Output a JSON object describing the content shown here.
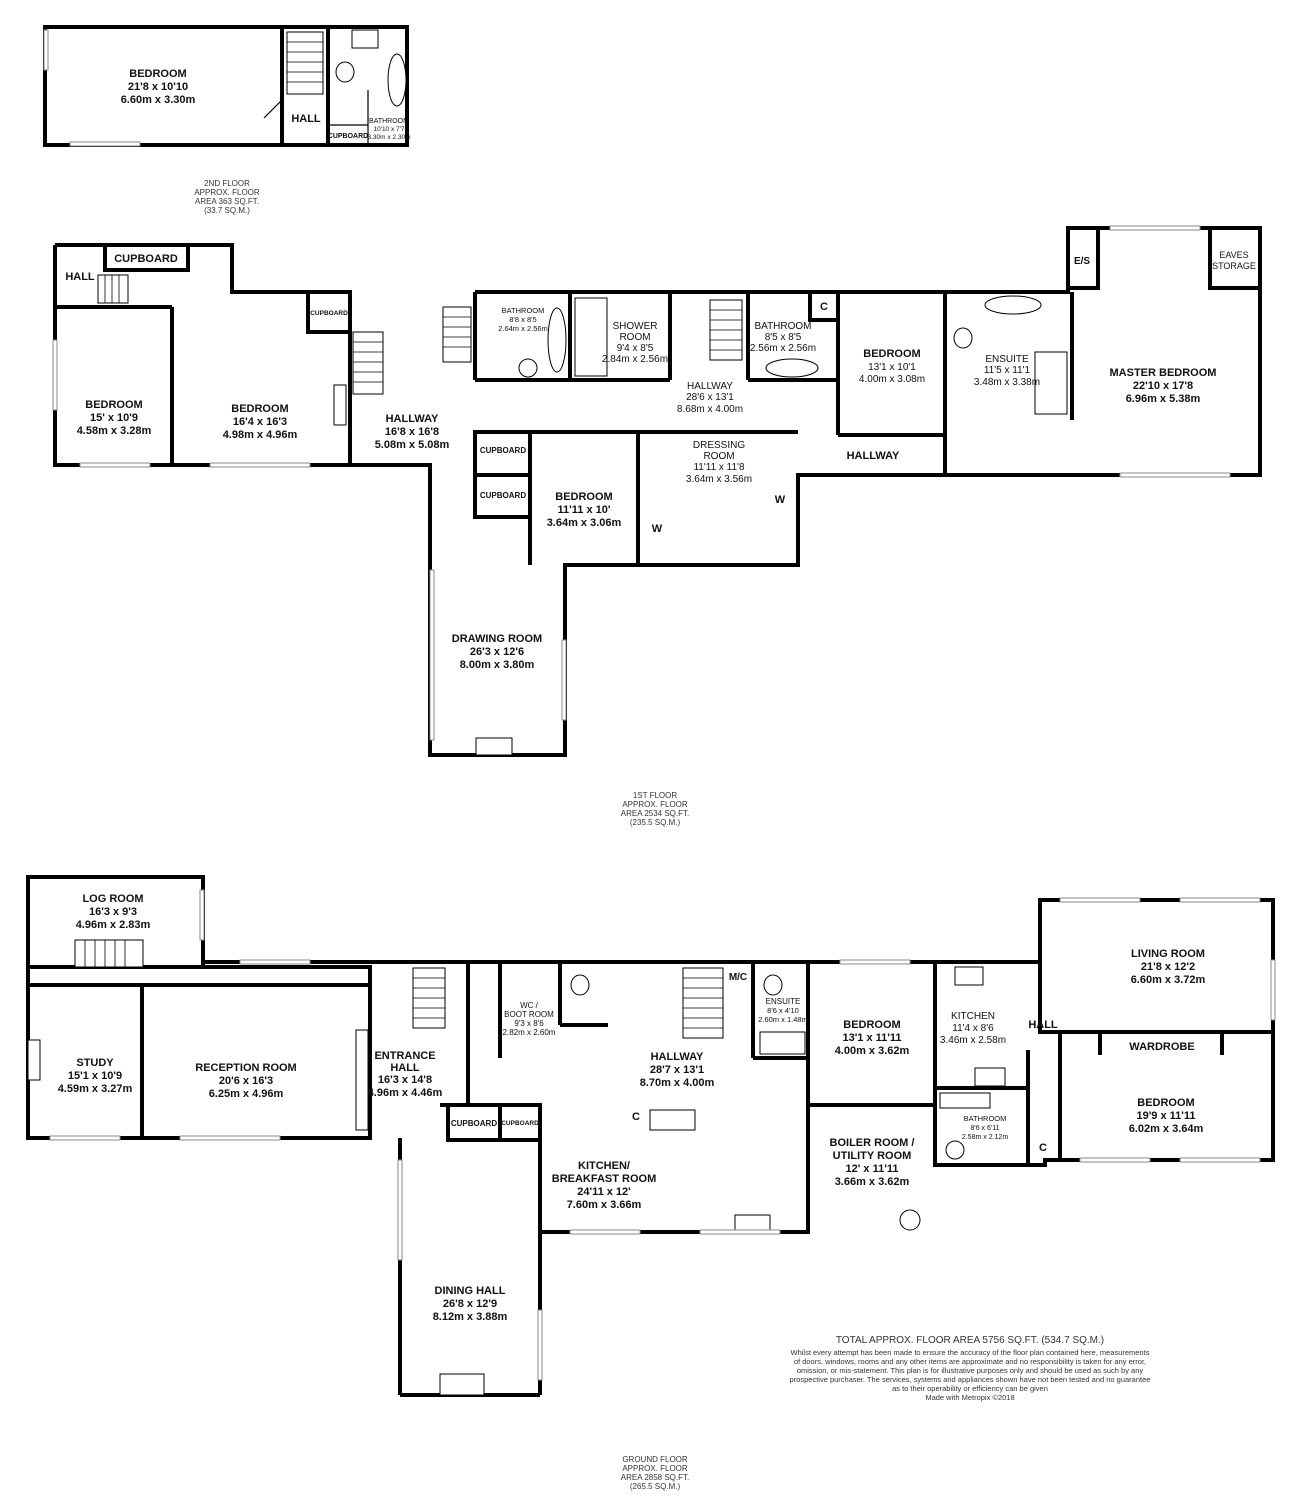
{
  "second_floor": {
    "rooms": [
      {
        "id": "bedroom",
        "name": "BEDROOM",
        "imperial": "21'8 x 10'10",
        "metric": "6.60m x 3.30m"
      },
      {
        "id": "hall",
        "name": "HALL"
      },
      {
        "id": "cupboard",
        "name": "CUPBOARD"
      },
      {
        "id": "bathroom",
        "name": "BATHROOM",
        "imperial": "10'10 x 7'7",
        "metric": "3.30m x 2.30m"
      }
    ],
    "area_lines": [
      "2ND FLOOR",
      "APPROX. FLOOR",
      "AREA 363 SQ.FT.",
      "(33.7 SQ.M.)"
    ]
  },
  "first_floor": {
    "rooms": [
      {
        "id": "hall",
        "name": "HALL"
      },
      {
        "id": "cupboard-top",
        "name": "CUPBOARD"
      },
      {
        "id": "cupboard-small",
        "name": "CUPBOARD"
      },
      {
        "id": "bedroom-1",
        "name": "BEDROOM",
        "imperial": "15' x 10'9",
        "metric": "4.58m x 3.28m"
      },
      {
        "id": "bedroom-2",
        "name": "BEDROOM",
        "imperial": "16'4 x 16'3",
        "metric": "4.98m x 4.96m"
      },
      {
        "id": "hallway-1",
        "name": "HALLWAY",
        "imperial": "16'8 x 16'8",
        "metric": "5.08m x 5.08m"
      },
      {
        "id": "bathroom-1",
        "name": "BATHROOM",
        "imperial": "8'8 x 8'5",
        "metric": "2.64m x 2.56m"
      },
      {
        "id": "shower-room",
        "name": "SHOWER",
        "name2": "ROOM",
        "imperial": "9'4 x 8'5",
        "metric": "2.84m x 2.56m"
      },
      {
        "id": "hallway-2",
        "name": "HALLWAY",
        "imperial": "28'6 x 13'1",
        "metric": "8.68m x 4.00m"
      },
      {
        "id": "bathroom-2",
        "name": "BATHROOM",
        "imperial": "8'5 x 8'5",
        "metric": "2.56m x 2.56m"
      },
      {
        "id": "c",
        "name": "C"
      },
      {
        "id": "bedroom-3",
        "name": "BEDROOM",
        "imperial": "13'1 x 10'1",
        "metric": "4.00m x 3.08m"
      },
      {
        "id": "ensuite",
        "name": "ENSUITE",
        "imperial": "11'5 x 11'1",
        "metric": "3.48m x 3.38m"
      },
      {
        "id": "es",
        "name": "E/S"
      },
      {
        "id": "eaves",
        "name": "EAVES",
        "name2": "STORAGE"
      },
      {
        "id": "master-bedroom",
        "name": "MASTER BEDROOM",
        "imperial": "22'10 x 17'8",
        "metric": "6.96m x 5.38m"
      },
      {
        "id": "cupboard-a",
        "name": "CUPBOARD"
      },
      {
        "id": "cupboard-b",
        "name": "CUPBOARD"
      },
      {
        "id": "bedroom-4",
        "name": "BEDROOM",
        "imperial": "11'11 x 10'",
        "metric": "3.64m x 3.06m"
      },
      {
        "id": "dressing-room",
        "name": "DRESSING",
        "name2": "ROOM",
        "imperial": "11'11 x 11'8",
        "metric": "3.64m x 3.56m"
      },
      {
        "id": "w-left",
        "name": "W"
      },
      {
        "id": "w-right",
        "name": "W"
      },
      {
        "id": "hallway-3",
        "name": "HALLWAY"
      },
      {
        "id": "drawing-room",
        "name": "DRAWING ROOM",
        "imperial": "26'3 x 12'6",
        "metric": "8.00m x 3.80m"
      }
    ],
    "area_lines": [
      "1ST FLOOR",
      "APPROX. FLOOR",
      "AREA 2534 SQ.FT.",
      "(235.5 SQ.M.)"
    ]
  },
  "ground_floor": {
    "rooms": [
      {
        "id": "log-room",
        "name": "LOG ROOM",
        "imperial": "16'3 x 9'3",
        "metric": "4.96m x 2.83m"
      },
      {
        "id": "study",
        "name": "STUDY",
        "imperial": "15'1 x 10'9",
        "metric": "4.59m x 3.27m"
      },
      {
        "id": "reception",
        "name": "RECEPTION ROOM",
        "imperial": "20'6 x 16'3",
        "metric": "6.25m x 4.96m"
      },
      {
        "id": "entrance",
        "name": "ENTRANCE",
        "name2": "HALL",
        "imperial": "16'3 x 14'8",
        "metric": "4.96m x 4.46m"
      },
      {
        "id": "wc",
        "name": "WC /",
        "name2": "BOOT ROOM",
        "imperial": "9'3 x 8'6",
        "metric": "2.82m x 2.60m"
      },
      {
        "id": "hallway",
        "name": "HALLWAY",
        "imperial": "28'7 x 13'1",
        "metric": "8.70m x 4.00m"
      },
      {
        "id": "mc",
        "name": "M/C"
      },
      {
        "id": "ensuite",
        "name": "ENSUITE",
        "imperial": "8'6 x 4'10",
        "metric": "2.60m x 1.48m"
      },
      {
        "id": "bedroom-1",
        "name": "BEDROOM",
        "imperial": "13'1 x 11'11",
        "metric": "4.00m x 3.62m"
      },
      {
        "id": "kitchen-small",
        "name": "KITCHEN",
        "imperial": "11'4 x 8'6",
        "metric": "3.46m x 2.58m"
      },
      {
        "id": "hall",
        "name": "HALL"
      },
      {
        "id": "living-room",
        "name": "LIVING ROOM",
        "imperial": "21'8 x 12'2",
        "metric": "6.60m x 3.72m"
      },
      {
        "id": "wardrobe",
        "name": "WARDROBE"
      },
      {
        "id": "bedroom-2",
        "name": "BEDROOM",
        "imperial": "19'9 x 11'11",
        "metric": "6.02m x 3.64m"
      },
      {
        "id": "cupboard-1",
        "name": "CUPBOARD"
      },
      {
        "id": "cupboard-2",
        "name": "CUPBOARD"
      },
      {
        "id": "c1",
        "name": "C"
      },
      {
        "id": "kitchen-breakfast",
        "name": "KITCHEN/",
        "name2": "BREAKFAST ROOM",
        "imperial": "24'11 x 12'",
        "metric": "7.60m x 3.66m"
      },
      {
        "id": "boiler",
        "name": "BOILER ROOM /",
        "name2": "UTILITY ROOM",
        "imperial": "12' x 11'11",
        "metric": "3.66m x 3.62m"
      },
      {
        "id": "bathroom",
        "name": "BATHROOM",
        "imperial": "8'6 x 6'11",
        "metric": "2.58m x 2.12m"
      },
      {
        "id": "c2",
        "name": "C"
      },
      {
        "id": "dining-hall",
        "name": "DINING HALL",
        "imperial": "26'8 x 12'9",
        "metric": "8.12m x 3.88m"
      }
    ],
    "area_lines": [
      "GROUND FLOOR",
      "APPROX. FLOOR",
      "AREA 2858 SQ.FT.",
      "(265.5 SQ.M.)"
    ]
  },
  "total": {
    "title": "TOTAL APPROX. FLOOR AREA 5756 SQ.FT. (534.7 SQ.M.)",
    "disclaimer": [
      "Whilst every attempt has been made to ensure the accuracy of the floor plan contained here, measurements",
      "of doors, windows, rooms and any other items are approximate and no responsibility is taken for any error,",
      "omission, or mis-statement. This plan is for illustrative purposes only and should be used as such by any",
      "prospective purchaser. The services, systems and appliances shown have not been tested and no guarantee",
      "as to their operability or efficiency can be given",
      "Made with Metropix ©2018"
    ]
  }
}
